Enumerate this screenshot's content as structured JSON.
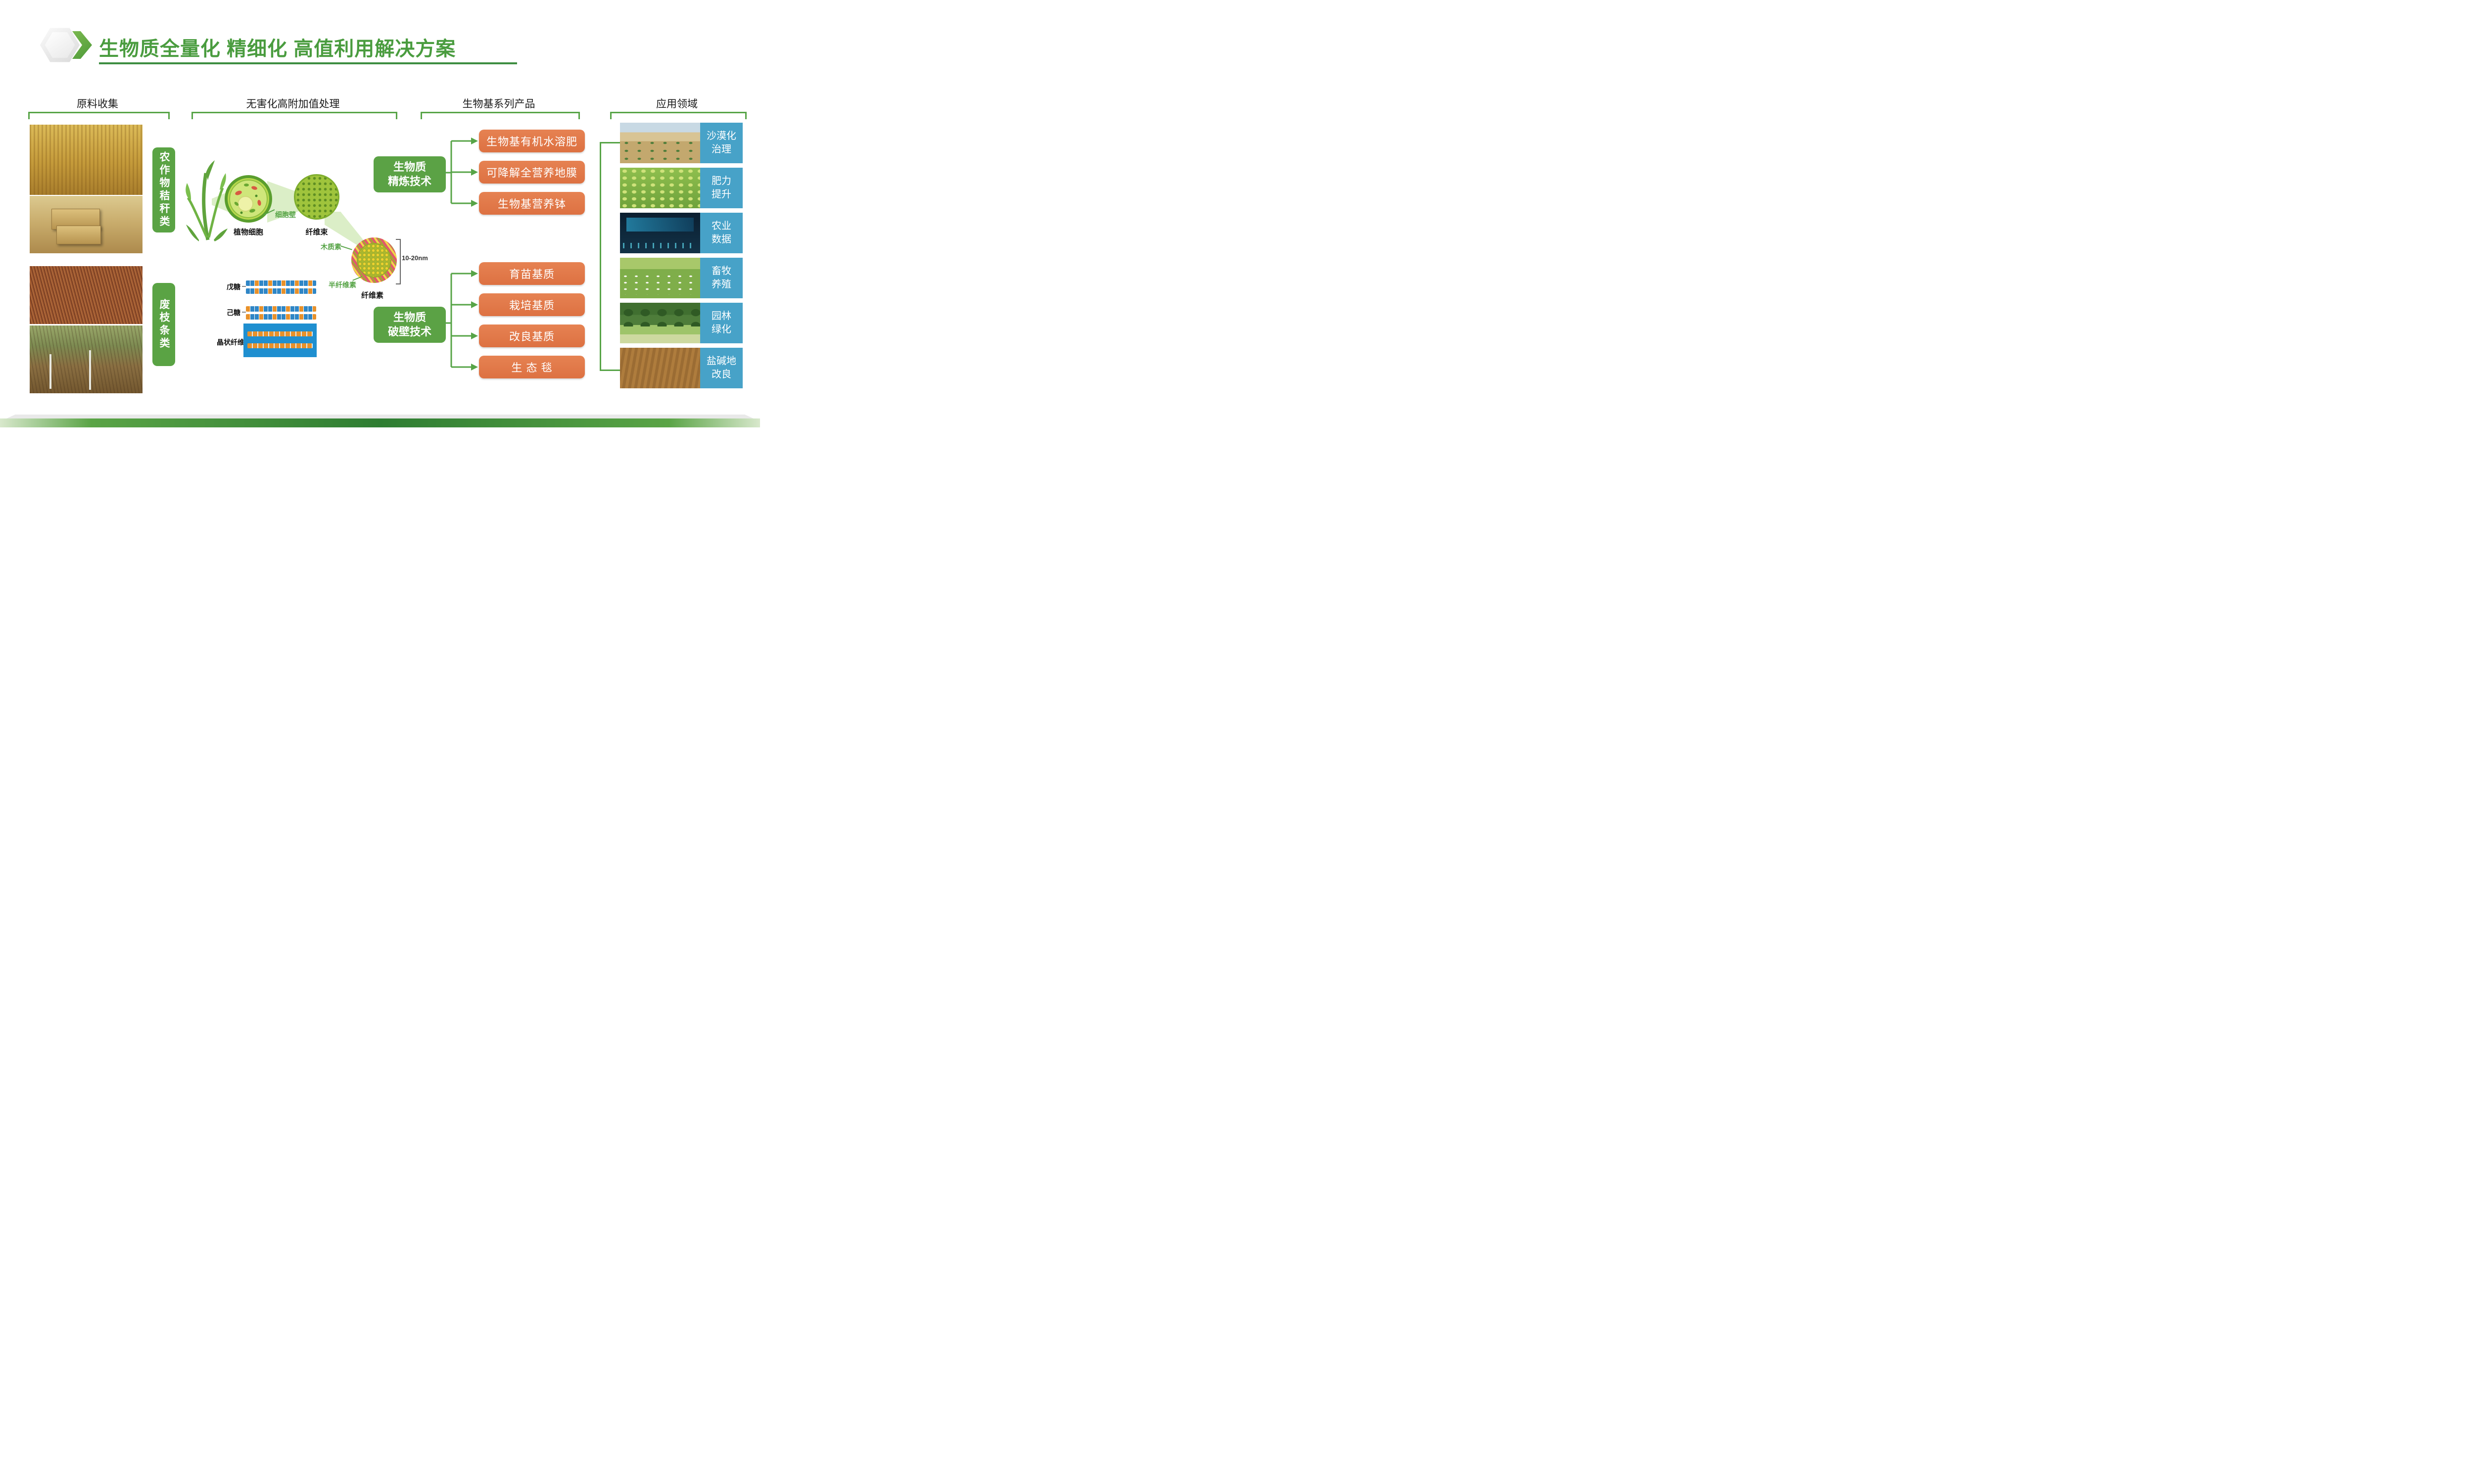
{
  "slide": {
    "title": "生物质全量化 精细化 高值利用解决方案"
  },
  "collection": {
    "header": "原料收集",
    "group_labels": [
      "农作物秸秆类",
      "废枝条类"
    ]
  },
  "processing": {
    "header": "无害化高附加值处理",
    "labels": {
      "plant_cell": "植物细胞",
      "cell_wall": "细胞壁",
      "fiber_bundle": "纤维束",
      "lignin": "木质素",
      "hemicellulose": "半纤维素",
      "cellulose": "纤维素",
      "scale": "10-20nm",
      "pentose": "戊糖",
      "hexose": "己糖",
      "crystalline_cellulose": "晶状纤维素"
    }
  },
  "products": {
    "header": "生物基系列产品",
    "refining_tech": "生物质\n精炼技术",
    "breaking_tech": "生物质\n破壁技术",
    "refining_products": [
      "生物基有机水溶肥",
      "可降解全营养地膜",
      "生物基营养钵"
    ],
    "breaking_products": [
      "育苗基质",
      "栽培基质",
      "改良基质",
      "生 态 毯"
    ]
  },
  "applications": {
    "header": "应用领域",
    "items": [
      "沙漠化\n治理",
      "肥力\n提升",
      "农业\n数据",
      "畜牧\n养殖",
      "园林\n绿化",
      "盐碱地\n改良"
    ]
  },
  "colors": {
    "green": "#57a447",
    "dark_green": "#3e8e41",
    "orange": "#e07a4a",
    "blue": "#47a2c8"
  }
}
